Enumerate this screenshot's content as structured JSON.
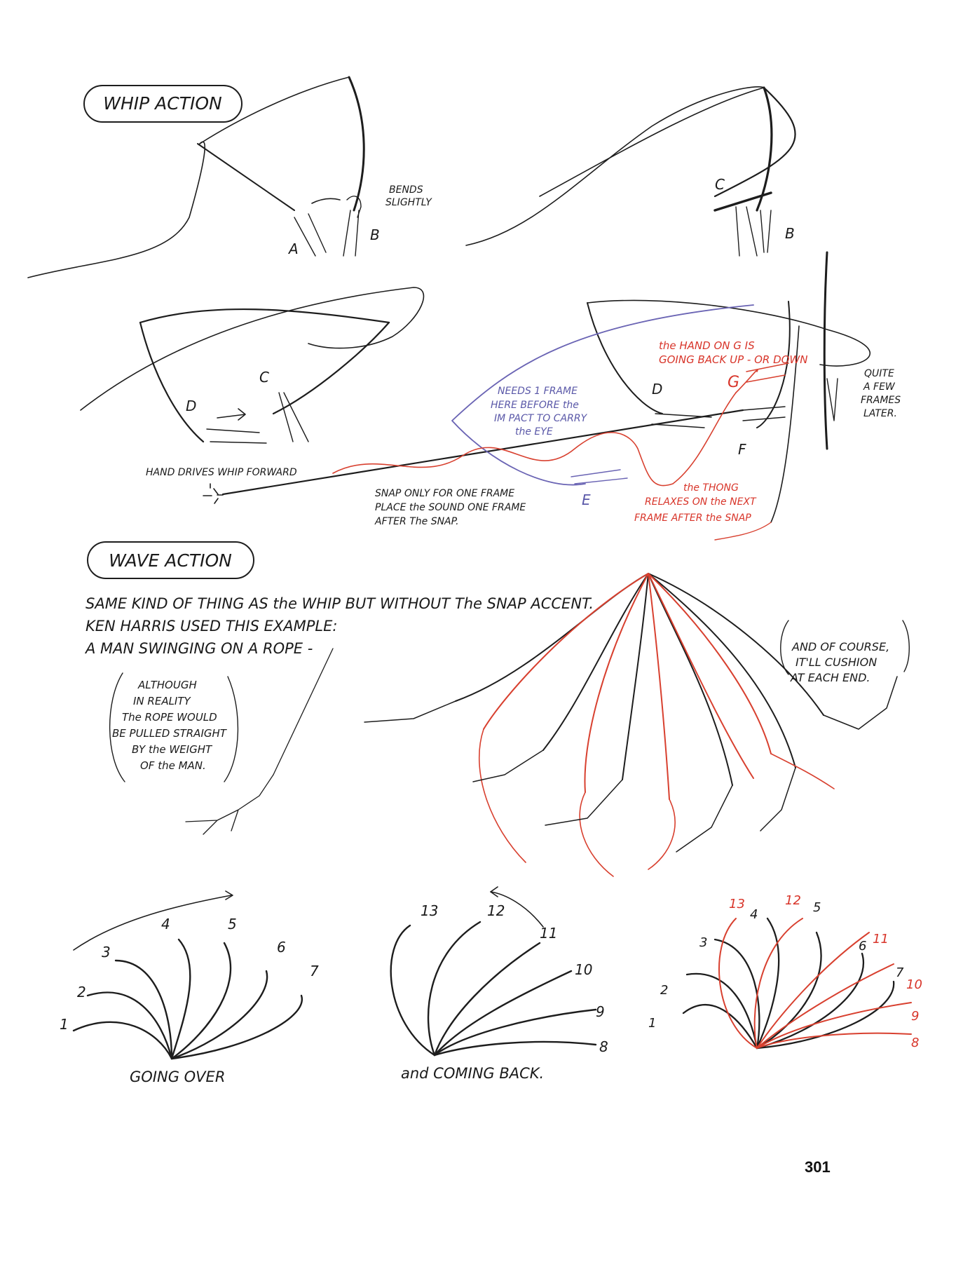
{
  "sections": {
    "whip_title": "WHIP ACTION",
    "wave_title": "WAVE ACTION"
  },
  "whip": {
    "bends_1": "BENDS",
    "bends_2": "SLIGHTLY",
    "label_a": "A",
    "label_b1": "B",
    "label_c1": "C",
    "label_b2": "B",
    "label_c2": "C",
    "label_d1": "D",
    "label_d2": "D",
    "label_e": "E",
    "label_f": "F",
    "label_g": "G",
    "hand_drives": "HAND DRIVES WHIP FORWARD",
    "snap_1": "SNAP ONLY FOR ONE FRAME",
    "snap_2": "PLACE the SOUND ONE FRAME",
    "snap_3": "AFTER The SNAP.",
    "needs_1": "NEEDS 1 FRAME",
    "needs_2": "HERE BEFORE the",
    "needs_3": "IM PACT TO CARRY",
    "needs_4": "the EYE",
    "hand_on_g_1": "the HAND ON G IS",
    "hand_on_g_2": "GOING BACK UP - OR DOWN",
    "thong_1": "the THONG",
    "thong_2": "RELAXES ON the NEXT",
    "thong_3": "FRAME AFTER the SNAP",
    "quite_1": "QUITE",
    "quite_2": "A FEW",
    "quite_3": "FRAMES",
    "quite_4": "LATER."
  },
  "wave": {
    "line_1": "SAME KIND OF THING AS the WHIP BUT WITHOUT The SNAP ACCENT.",
    "line_2": "KEN HARRIS USED THIS EXAMPLE:",
    "line_3": "A MAN SWINGING ON A ROPE -",
    "although_1": "ALTHOUGH",
    "although_2": "IN REALITY",
    "although_3": "The ROPE WOULD",
    "although_4": "BE PULLED STRAIGHT",
    "although_5": "BY the WEIGHT",
    "although_6": "OF the MAN.",
    "course_1": "AND OF COURSE,",
    "course_2": "IT'LL CUSHION",
    "course_3": "AT EACH END."
  },
  "bottom": {
    "going_over": "GOING OVER",
    "coming_back": "and COMING BACK.",
    "over_numbers": [
      "1",
      "2",
      "3",
      "4",
      "5",
      "6",
      "7"
    ],
    "back_numbers": [
      "13",
      "12",
      "11",
      "10",
      "9",
      "8"
    ],
    "combo_black": [
      "1",
      "2",
      "3",
      "4",
      "5",
      "6",
      "7"
    ],
    "combo_red": [
      "13",
      "12",
      "11",
      "10",
      "9",
      "8"
    ]
  },
  "page_number": "301",
  "colors": {
    "ink": "#1d1d1d",
    "red_pencil": "#d8352a",
    "blue_pencil": "#5a58a8"
  }
}
